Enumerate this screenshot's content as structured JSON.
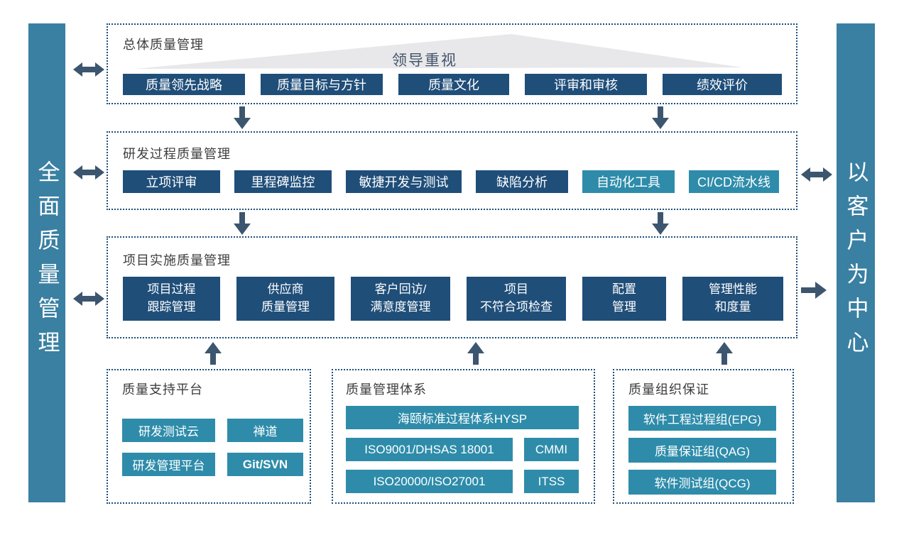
{
  "colors": {
    "dark_block": "#1f4e79",
    "teal_block": "#2e8caa",
    "side_bar": "#3a80a2",
    "arrow": "#3d566f",
    "dotted_border": "#1e4e79",
    "triangle_fill": "#e8e8ea",
    "banner_text": "#44546a"
  },
  "left_bar": {
    "text": "全面质量管理"
  },
  "right_bar": {
    "text": "以客户为中心"
  },
  "panels": {
    "overall": {
      "title": "总体质量管理",
      "banner": "领导重视",
      "items": [
        "质量领先战略",
        "质量目标与方针",
        "质量文化",
        "评审和审核",
        "绩效评价"
      ]
    },
    "rnd": {
      "title": "研发过程质量管理",
      "items": [
        {
          "label": "立项评审",
          "style": "dark"
        },
        {
          "label": "里程碑监控",
          "style": "dark"
        },
        {
          "label": "敏捷开发与测试",
          "style": "dark"
        },
        {
          "label": "缺陷分析",
          "style": "dark"
        },
        {
          "label": "自动化工具",
          "style": "teal"
        },
        {
          "label": "CI/CD流水线",
          "style": "teal"
        }
      ]
    },
    "project": {
      "title": "项目实施质量管理",
      "items": [
        {
          "line1": "项目过程",
          "line2": "跟踪管理"
        },
        {
          "line1": "供应商",
          "line2": "质量管理"
        },
        {
          "line1": "客户回访/",
          "line2": "满意度管理"
        },
        {
          "line1": "项目",
          "line2": "不符合项检查"
        },
        {
          "line1": "配置",
          "line2": "管理"
        },
        {
          "line1": "管理性能",
          "line2": "和度量"
        }
      ]
    },
    "platform": {
      "title": "质量支持平台",
      "items": [
        "研发测试云",
        "禅道",
        "研发管理平台",
        "Git/SVN"
      ]
    },
    "system": {
      "title": "质量管理体系",
      "main": "海颐标准过程体系HYSP",
      "rows": [
        [
          "ISO9001/DHSAS 18001",
          "CMMI"
        ],
        [
          "ISO20000/ISO27001",
          "ITSS"
        ]
      ]
    },
    "org": {
      "title": "质量组织保证",
      "items": [
        "软件工程过程组(EPG)",
        "质量保证组(QAG)",
        "软件测试组(QCG)"
      ]
    }
  }
}
